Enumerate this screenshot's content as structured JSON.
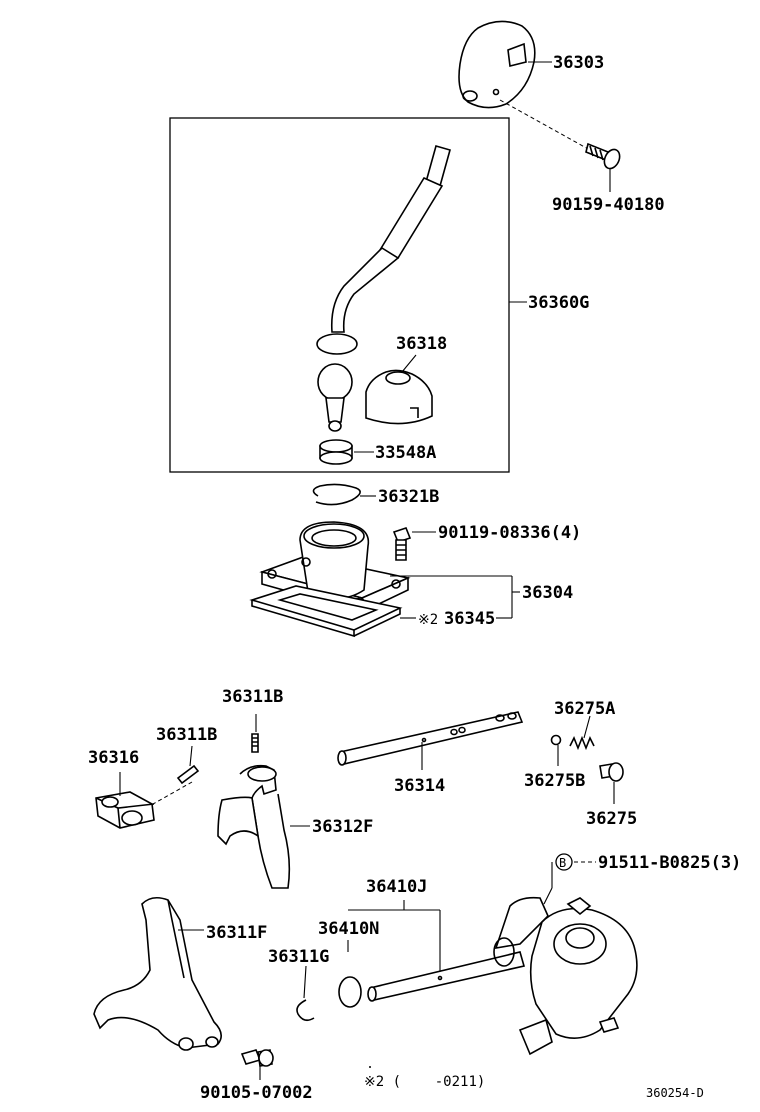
{
  "parts": {
    "p36303": "36303",
    "p90159": "90159-40180",
    "p36360G": "36360G",
    "p36318": "36318",
    "p33548A": "33548A",
    "p36321B": "36321B",
    "p90119": "90119-08336(4)",
    "p36304": "36304",
    "p36345": "36345",
    "p36311B_top": "36311B",
    "p36311B_left": "36311B",
    "p36316": "36316",
    "p36314": "36314",
    "p36275A": "36275A",
    "p36275B": "36275B",
    "p36275": "36275",
    "p36312F": "36312F",
    "p91511": "91511-B0825(3)",
    "p36410J": "36410J",
    "p36410N": "36410N",
    "p36311F": "36311F",
    "p36311G": "36311G",
    "p90105": "90105-07002"
  },
  "notes": {
    "mark_36345": "※2",
    "footnote": "※2 (    -0211)",
    "callout_b": "B"
  },
  "figure_id": "360254-D"
}
